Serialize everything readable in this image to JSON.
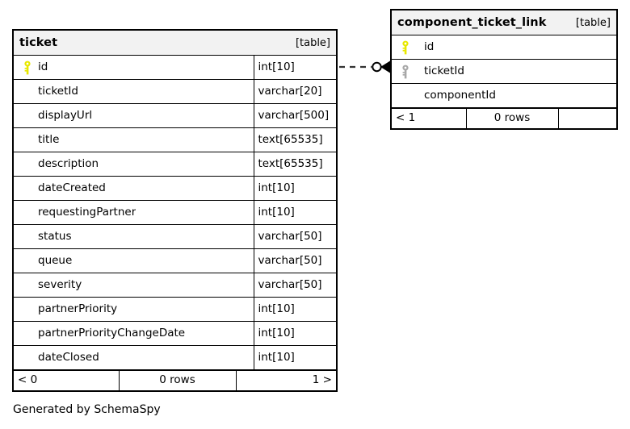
{
  "diagram": {
    "caption": "Generated by SchemaSpy",
    "relationship": {
      "name": "ticket-to-component_ticket_link",
      "line_style": "dashed",
      "source_cardinality": "zero-or-one",
      "target_cardinality": "many",
      "color": "#333333"
    }
  },
  "tables": [
    {
      "name": "ticket",
      "tag": "[table]",
      "columns": [
        {
          "key": "primary",
          "name": "id",
          "type": "int[10]"
        },
        {
          "key": "none",
          "name": "ticketId",
          "type": "varchar[20]"
        },
        {
          "key": "none",
          "name": "displayUrl",
          "type": "varchar[500]"
        },
        {
          "key": "none",
          "name": "title",
          "type": "text[65535]"
        },
        {
          "key": "none",
          "name": "description",
          "type": "text[65535]"
        },
        {
          "key": "none",
          "name": "dateCreated",
          "type": "int[10]"
        },
        {
          "key": "none",
          "name": "requestingPartner",
          "type": "int[10]"
        },
        {
          "key": "none",
          "name": "status",
          "type": "varchar[50]"
        },
        {
          "key": "none",
          "name": "queue",
          "type": "varchar[50]"
        },
        {
          "key": "none",
          "name": "severity",
          "type": "varchar[50]"
        },
        {
          "key": "none",
          "name": "partnerPriority",
          "type": "int[10]"
        },
        {
          "key": "none",
          "name": "partnerPriorityChangeDate",
          "type": "int[10]"
        },
        {
          "key": "none",
          "name": "dateClosed",
          "type": "int[10]"
        }
      ],
      "footer": {
        "left": "< 0",
        "middle": "0 rows",
        "right": "1 >"
      }
    },
    {
      "name": "component_ticket_link",
      "tag": "[table]",
      "columns": [
        {
          "key": "primary",
          "name": "id",
          "type": ""
        },
        {
          "key": "foreign",
          "name": "ticketId",
          "type": ""
        },
        {
          "key": "none",
          "name": "componentId",
          "type": ""
        }
      ],
      "footer": {
        "left": "< 1",
        "middle": "0 rows",
        "right": ""
      }
    }
  ],
  "icons": {
    "primary_key": {
      "name": "key-icon-primary",
      "color": "#e8e800"
    },
    "foreign_key": {
      "name": "key-icon-foreign",
      "color": "#a8a8a8"
    }
  }
}
